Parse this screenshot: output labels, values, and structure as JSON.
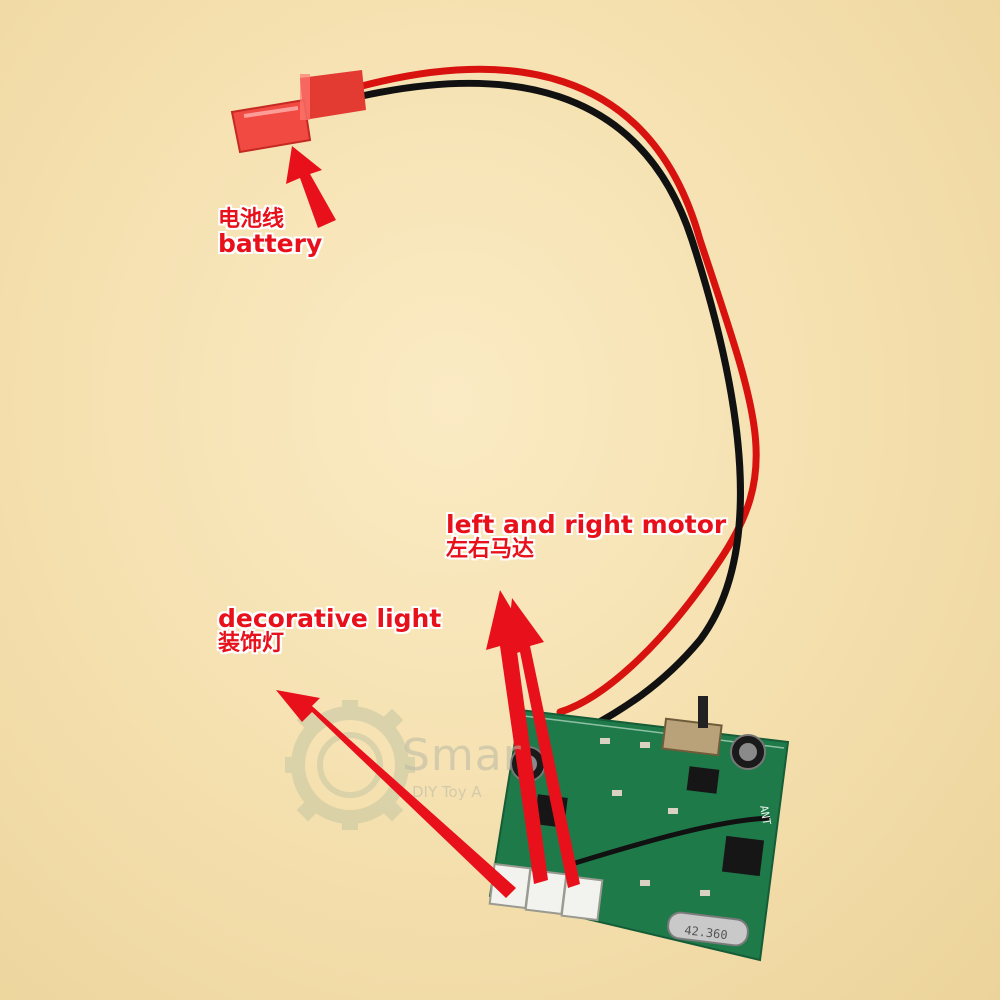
{
  "labels": {
    "battery_cn": "电池线",
    "battery_en": "battery",
    "motor_en": "left and right motor",
    "motor_cn": "左右马达",
    "light_en": "decorative light",
    "light_cn": "装饰灯"
  },
  "watermark": {
    "main": "Smar",
    "sub": "DIY Toy A"
  },
  "board_marks": {
    "ant": "ANT",
    "crystal": "42.360"
  },
  "colors": {
    "label": "#e8101a",
    "pcb": "#1f7a4a",
    "wire_red": "#d8120f",
    "wire_black": "#111111",
    "connector": "#ff5a52"
  }
}
